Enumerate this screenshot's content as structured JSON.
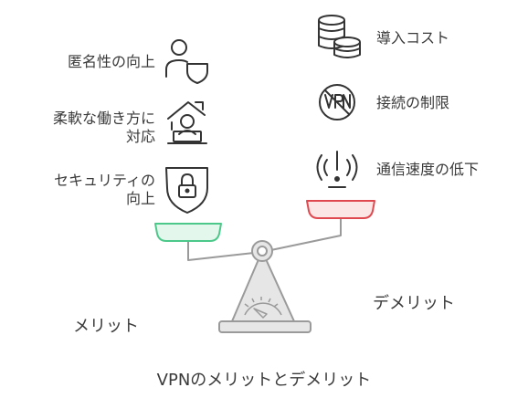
{
  "title": "VPNのメリットとデメリット",
  "merits": {
    "group_label": "メリット",
    "items": [
      {
        "label_lines": [
          "匿名性の向上"
        ],
        "icon": "user-shield-icon"
      },
      {
        "label_lines": [
          "柔軟な働き方に",
          "対応"
        ],
        "icon": "home-laptop-icon"
      },
      {
        "label_lines": [
          "セキュリティの",
          "向上"
        ],
        "icon": "lock-shield-icon"
      }
    ]
  },
  "demerits": {
    "group_label": "デメリット",
    "items": [
      {
        "label": "導入コスト",
        "icon": "coins-stack-icon"
      },
      {
        "label": "接続の制限",
        "icon": "no-vpn-icon"
      },
      {
        "label": "通信速度の低下",
        "icon": "weak-signal-icon"
      }
    ]
  },
  "colors": {
    "merit_accent": "#4cc98a",
    "merit_fill": "#e4f7ec",
    "demerit_accent": "#e0484f",
    "demerit_fill": "#fbe5e5",
    "scale_gray": "#9a9a9a",
    "scale_fill": "#e6e6e6"
  }
}
